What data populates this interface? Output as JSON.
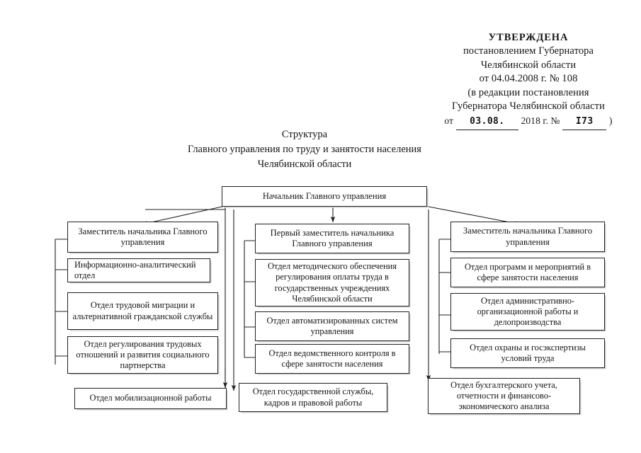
{
  "approval": {
    "title": "УТВЕРЖДЕНА",
    "line2": "постановлением  Губернатора",
    "line3": "Челябинской  области",
    "line4": "от 04.04.2008 г. № 108",
    "line5": "(в редакции постановления",
    "line6": "Губернатора Челябинской области",
    "date_prefix": "от",
    "date_value": "03.08.",
    "year_text": "2018 г. №",
    "number_value": "I73",
    "close_paren": ")"
  },
  "doc_title": {
    "line1": "Структура",
    "line2": "Главного управления по труду и занятости населения",
    "line3": "Челябинской области"
  },
  "chart_data": {
    "type": "diagram",
    "title": "Структура Главного управления по труду и занятости населения Челябинской области",
    "root": {
      "id": "root",
      "label": "Начальник Главного управления"
    },
    "columns": [
      {
        "id": "col-left",
        "head": {
          "id": "deputy-left",
          "label": "Заместитель начальника Главного управления"
        },
        "children": [
          {
            "id": "info-analytical",
            "label": "Информационно-аналитический отдел",
            "align": "left"
          },
          {
            "id": "labor-migration",
            "label": "Отдел трудовой миграции и альтернативной гражданской службы"
          },
          {
            "id": "labor-relations",
            "label": "Отдел регулирования трудовых отношений и развития социального партнерства"
          }
        ]
      },
      {
        "id": "col-center",
        "head": {
          "id": "first-deputy",
          "label": "Первый заместитель начальника Главного управления"
        },
        "children": [
          {
            "id": "method-support",
            "label": "Отдел методического обеспечения регулирования оплаты труда в государственных учреждениях Челябинской области"
          },
          {
            "id": "automated-systems",
            "label": "Отдел автоматизированных систем управления"
          },
          {
            "id": "departmental-control",
            "label": "Отдел ведомственного контроля  в сфере занятости населения"
          }
        ]
      },
      {
        "id": "col-right",
        "head": {
          "id": "deputy-right",
          "label": "Заместитель начальника Главного управления"
        },
        "children": [
          {
            "id": "programs-events",
            "label": "Отдел программ и мероприятий в сфере занятости населения"
          },
          {
            "id": "admin-organizational",
            "label": "Отдел административно-организационной работы и делопроизводства"
          },
          {
            "id": "labor-protection",
            "label": "Отдел охраны и госэкспертизы условий труда"
          }
        ]
      }
    ],
    "bottom_row": [
      {
        "id": "mobilization",
        "label": "Отдел мобилизационной работы",
        "reports_to": "root"
      },
      {
        "id": "civil-service",
        "label": "Отдел государственной службы, кадров и правовой работы",
        "reports_to": "root"
      },
      {
        "id": "accounting",
        "label": "Отдел бухгалтерского учета, отчетности  и финансово-экономического анализа",
        "reports_to": "root"
      }
    ],
    "edge_color": "#202125",
    "box_border_color": "#202125",
    "background": "#ffffff"
  }
}
